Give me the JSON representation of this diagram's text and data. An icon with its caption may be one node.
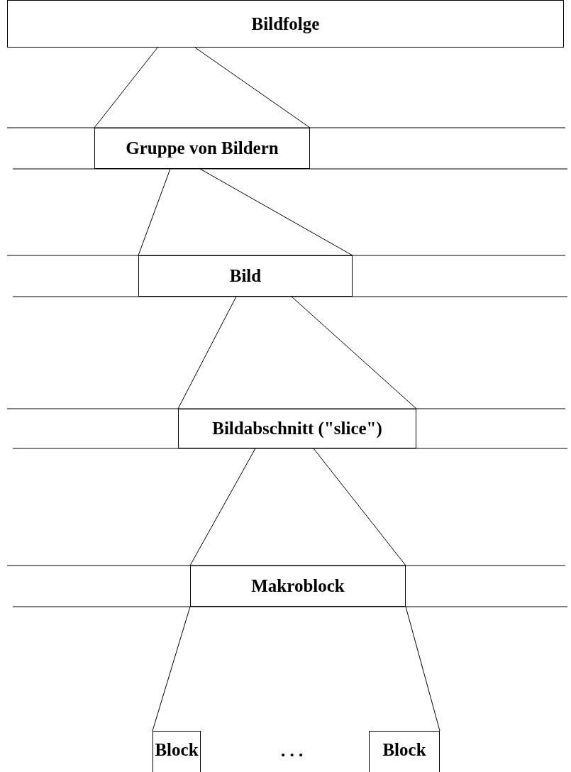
{
  "diagram": {
    "nodes": [
      {
        "text": [
          "Bildfolge"
        ]
      },
      {
        "text": [
          "Gruppe von Bildern"
        ]
      },
      {
        "text": [
          "Bild"
        ]
      },
      {
        "text": [
          "Bildabschnitt (\"slice\")"
        ]
      },
      {
        "text": [
          "Makroblock"
        ]
      },
      {
        "text": [
          "Block"
        ]
      },
      {
        "text": [
          "Block"
        ]
      }
    ],
    "edges": [
      {
        "from": 0,
        "to": 1,
        "arrow": "none"
      },
      {
        "from": 0,
        "to": 1,
        "arrow": "none"
      },
      {
        "from": 1,
        "to": 2,
        "arrow": "none"
      },
      {
        "from": 1,
        "to": 2,
        "arrow": "none"
      },
      {
        "from": 2,
        "to": 3,
        "arrow": "none"
      },
      {
        "from": 2,
        "to": 3,
        "arrow": "none"
      },
      {
        "from": 3,
        "to": 4,
        "arrow": "none"
      },
      {
        "from": 3,
        "to": 4,
        "arrow": "none"
      },
      {
        "from": 4,
        "to": 5,
        "arrow": "none"
      },
      {
        "from": 4,
        "to": 6,
        "arrow": "none"
      }
    ],
    "labels": [
      ". . ."
    ]
  }
}
